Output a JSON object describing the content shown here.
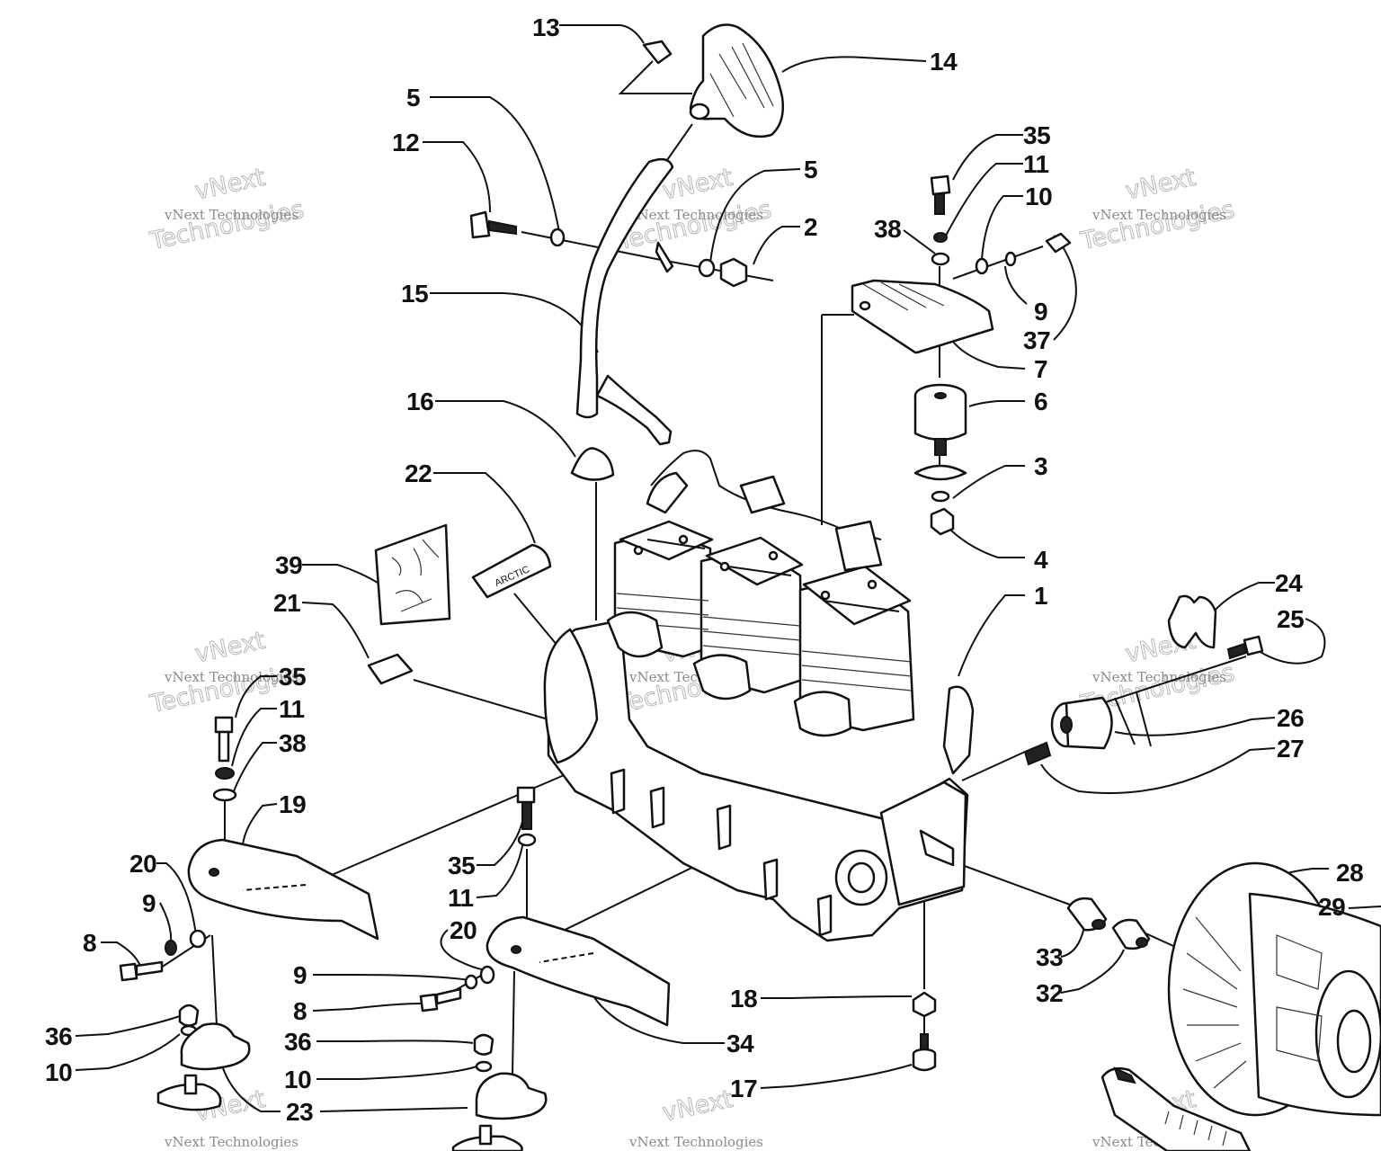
{
  "diagram": {
    "callouts": [
      {
        "id": "c13",
        "text": "13"
      },
      {
        "id": "c14",
        "text": "14"
      },
      {
        "id": "c5a",
        "text": "5"
      },
      {
        "id": "c12",
        "text": "12"
      },
      {
        "id": "c5b",
        "text": "5"
      },
      {
        "id": "c2",
        "text": "2"
      },
      {
        "id": "c15",
        "text": "15"
      },
      {
        "id": "c16",
        "text": "16"
      },
      {
        "id": "c22",
        "text": "22"
      },
      {
        "id": "c35a",
        "text": "35"
      },
      {
        "id": "c11a",
        "text": "11"
      },
      {
        "id": "c10a",
        "text": "10"
      },
      {
        "id": "c38a",
        "text": "38"
      },
      {
        "id": "c9a",
        "text": "9"
      },
      {
        "id": "c37",
        "text": "37"
      },
      {
        "id": "c7",
        "text": "7"
      },
      {
        "id": "c6",
        "text": "6"
      },
      {
        "id": "c3",
        "text": "3"
      },
      {
        "id": "c4",
        "text": "4"
      },
      {
        "id": "c1",
        "text": "1"
      },
      {
        "id": "c39",
        "text": "39"
      },
      {
        "id": "c21",
        "text": "21"
      },
      {
        "id": "c24",
        "text": "24"
      },
      {
        "id": "c25",
        "text": "25"
      },
      {
        "id": "c26",
        "text": "26"
      },
      {
        "id": "c27",
        "text": "27"
      },
      {
        "id": "c35b",
        "text": "35"
      },
      {
        "id": "c11b",
        "text": "11"
      },
      {
        "id": "c38b",
        "text": "38"
      },
      {
        "id": "c19",
        "text": "19"
      },
      {
        "id": "c20a",
        "text": "20"
      },
      {
        "id": "c9b",
        "text": "9"
      },
      {
        "id": "c8a",
        "text": "8"
      },
      {
        "id": "c35c",
        "text": "35"
      },
      {
        "id": "c11c",
        "text": "11"
      },
      {
        "id": "c20b",
        "text": "20"
      },
      {
        "id": "c9c",
        "text": "9"
      },
      {
        "id": "c8b",
        "text": "8"
      },
      {
        "id": "c36a",
        "text": "36"
      },
      {
        "id": "c10b",
        "text": "10"
      },
      {
        "id": "c23",
        "text": "23"
      },
      {
        "id": "c36b",
        "text": "36"
      },
      {
        "id": "c10c",
        "text": "10"
      },
      {
        "id": "c34",
        "text": "34"
      },
      {
        "id": "c18",
        "text": "18"
      },
      {
        "id": "c17",
        "text": "17"
      },
      {
        "id": "c28",
        "text": "28"
      },
      {
        "id": "c29",
        "text": "29"
      },
      {
        "id": "c33",
        "text": "33"
      },
      {
        "id": "c32",
        "text": "32"
      }
    ],
    "watermark": {
      "brand": "vNext",
      "line1": "vNext Technologies",
      "line2": "Technologies"
    },
    "decal_text": "ARCTIC"
  }
}
